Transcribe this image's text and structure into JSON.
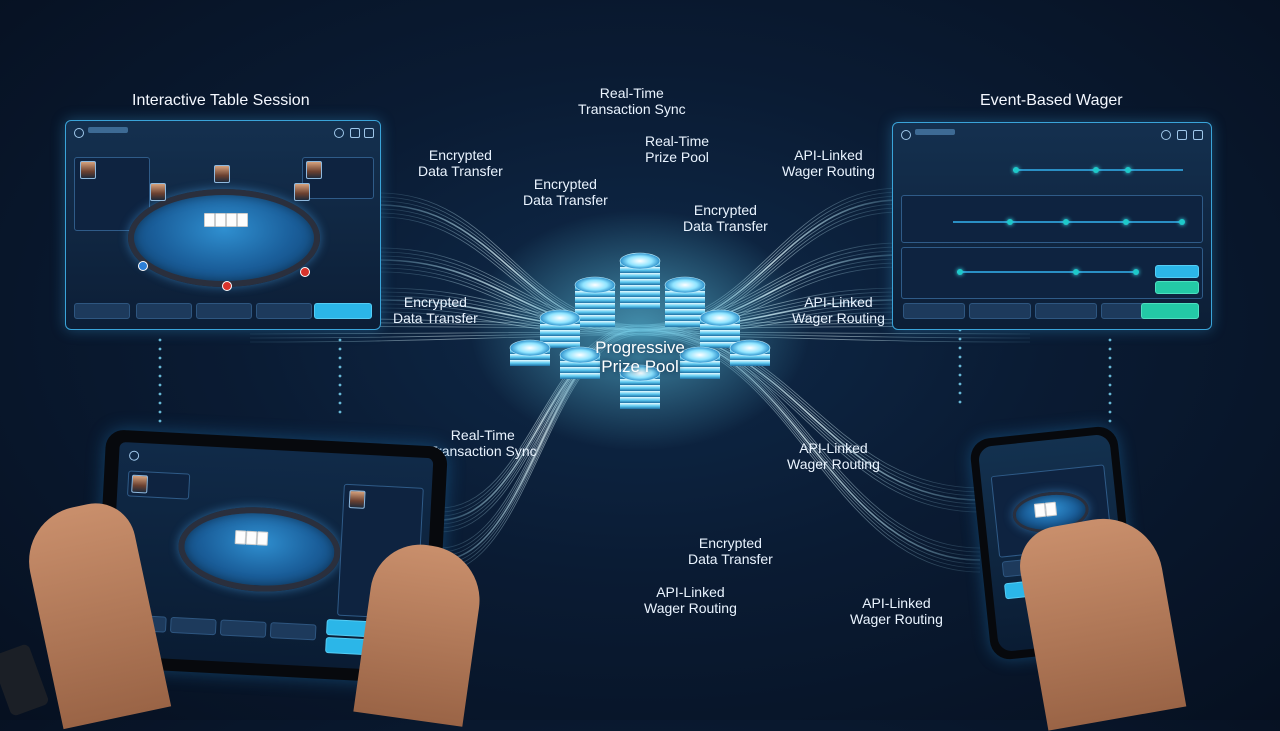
{
  "headings": {
    "table_session": "Interactive Table Session",
    "event_wager": "Event-Based Wager"
  },
  "hub": {
    "line1": "Progressive",
    "line2": "Prize Pool"
  },
  "captions": [
    {
      "id": "real-time-sync-top",
      "line1": "Real-Time",
      "line2": "Transaction Sync"
    },
    {
      "id": "real-time-prize-pool",
      "line1": "Real-Time",
      "line2": "Prize Pool"
    },
    {
      "id": "encrypted-upper-left",
      "line1": "Encrypted",
      "line2": "Data Transfer"
    },
    {
      "id": "encrypted-center-left",
      "line1": "Encrypted",
      "line2": "Data Transfer"
    },
    {
      "id": "encrypted-center-right",
      "line1": "Encrypted",
      "line2": "Data Transfer"
    },
    {
      "id": "encrypted-left",
      "line1": "Encrypted",
      "line2": "Data Transfer"
    },
    {
      "id": "api-linked-upper-right",
      "line1": "API-Linked",
      "line2": "Wager Routing"
    },
    {
      "id": "api-linked-right",
      "line1": "API-Linked",
      "line2": "Wager Routing"
    },
    {
      "id": "real-time-sync-lower",
      "line1": "Real-Time",
      "line2": "Transaction Sync"
    },
    {
      "id": "api-linked-lower-right",
      "line1": "API-Linked",
      "line2": "Wager Routing"
    },
    {
      "id": "encrypted-bottom",
      "line1": "Encrypted",
      "line2": "Data Transfer"
    },
    {
      "id": "api-linked-bottom",
      "line1": "API-Linked",
      "line2": "Wager Routing"
    },
    {
      "id": "api-linked-bottom-right",
      "line1": "API-Linked",
      "line2": "Wager Routing"
    }
  ],
  "colors": {
    "accent": "#2bb6e8",
    "green": "#23c9a6",
    "background": "#0a1b33",
    "flow": "#5fd3ff"
  },
  "icons": [
    "coin-stack-icon",
    "poker-table-icon",
    "tablet-device-icon",
    "phone-device-icon",
    "hand-icon"
  ]
}
